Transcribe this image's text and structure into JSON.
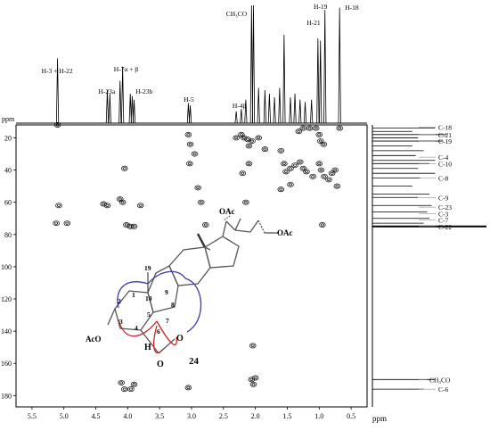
{
  "chart_data": {
    "type": "scatter",
    "title": "",
    "xlabel": "ppm",
    "ylabel": "ppm",
    "xlim": [
      5.75,
      0.25
    ],
    "ylim": [
      12,
      187
    ],
    "x_ticks": [
      5.5,
      5.0,
      4.5,
      4.0,
      3.5,
      3.0,
      2.5,
      2.0,
      1.5,
      1.0,
      0.5
    ],
    "x_tick_labels": [
      "5.5",
      "5.0",
      "4.5",
      "4.0",
      "3.5",
      "3.0",
      "2.5",
      "2.0",
      "1.5",
      "1.0",
      "0.5"
    ],
    "y_ticks": [
      20,
      40,
      60,
      80,
      100,
      120,
      140,
      160,
      180
    ],
    "y_tick_labels": [
      "20",
      "40",
      "60",
      "80",
      "100",
      "120",
      "140",
      "160",
      "180"
    ],
    "proton_label": "ppm",
    "proton_peaks": [
      {
        "x": 5.1,
        "h": 0.55
      },
      {
        "x": 4.32,
        "h": 0.28
      },
      {
        "x": 4.28,
        "h": 0.25
      },
      {
        "x": 4.12,
        "h": 0.36
      },
      {
        "x": 4.08,
        "h": 0.48
      },
      {
        "x": 3.96,
        "h": 0.25
      },
      {
        "x": 3.93,
        "h": 0.23
      },
      {
        "x": 3.9,
        "h": 0.2
      },
      {
        "x": 3.05,
        "h": 0.17
      },
      {
        "x": 3.02,
        "h": 0.15
      },
      {
        "x": 2.3,
        "h": 0.1
      },
      {
        "x": 2.22,
        "h": 0.12
      },
      {
        "x": 2.15,
        "h": 0.2
      },
      {
        "x": 2.06,
        "h": 1.0
      },
      {
        "x": 2.03,
        "h": 1.0
      },
      {
        "x": 1.95,
        "h": 0.3
      },
      {
        "x": 1.85,
        "h": 0.28
      },
      {
        "x": 1.78,
        "h": 0.25
      },
      {
        "x": 1.7,
        "h": 0.22
      },
      {
        "x": 1.62,
        "h": 0.3
      },
      {
        "x": 1.55,
        "h": 0.75
      },
      {
        "x": 1.45,
        "h": 0.22
      },
      {
        "x": 1.38,
        "h": 0.25
      },
      {
        "x": 1.3,
        "h": 0.2
      },
      {
        "x": 1.22,
        "h": 0.18
      },
      {
        "x": 1.12,
        "h": 0.2
      },
      {
        "x": 1.02,
        "h": 0.72
      },
      {
        "x": 0.98,
        "h": 0.7
      },
      {
        "x": 0.91,
        "h": 0.96
      },
      {
        "x": 0.68,
        "h": 0.98
      }
    ],
    "proton_labels": [
      {
        "text": "H-3 + H-22",
        "x": 5.1
      },
      {
        "text": "H-23a",
        "x": 4.32
      },
      {
        "text": "H-7α + β",
        "x": 4.05
      },
      {
        "text": "H-23b",
        "x": 3.85
      },
      {
        "text": "H-5",
        "x": 3.04
      },
      {
        "text": "H-4β",
        "x": 2.22
      },
      {
        "text": "CH₃CO",
        "x": 2.04
      },
      {
        "text": "H-21",
        "x": 1.0
      },
      {
        "text": "H-19",
        "x": 0.92
      },
      {
        "text": "H-18",
        "x": 0.68
      }
    ],
    "carbon_lines": [
      {
        "y": 14,
        "h": 0.55
      },
      {
        "y": 16,
        "h": 0.35
      },
      {
        "y": 18,
        "h": 0.65
      },
      {
        "y": 20,
        "h": 0.4
      },
      {
        "y": 22,
        "h": 0.62
      },
      {
        "y": 25,
        "h": 0.35
      },
      {
        "y": 28,
        "h": 0.45
      },
      {
        "y": 31,
        "h": 0.38
      },
      {
        "y": 34,
        "h": 0.55
      },
      {
        "y": 36,
        "h": 0.5
      },
      {
        "y": 39,
        "h": 0.4
      },
      {
        "y": 42,
        "h": 0.55
      },
      {
        "y": 45,
        "h": 0.42
      },
      {
        "y": 50,
        "h": 0.35
      },
      {
        "y": 55,
        "h": 0.5
      },
      {
        "y": 57,
        "h": 0.4
      },
      {
        "y": 62,
        "h": 0.52
      },
      {
        "y": 66,
        "h": 0.48
      },
      {
        "y": 70,
        "h": 0.5
      },
      {
        "y": 73,
        "h": 0.45
      },
      {
        "y": 75,
        "h": 1.0
      },
      {
        "y": 170,
        "h": 0.55
      },
      {
        "y": 176,
        "h": 0.45
      }
    ],
    "carbon_labels": [
      {
        "text": "C-18",
        "y": 13.5
      },
      {
        "text": "C-21",
        "y": 18
      },
      {
        "text": "C-19",
        "y": 22
      },
      {
        "text": "C-4",
        "y": 32
      },
      {
        "text": "C-10",
        "y": 36
      },
      {
        "text": "C-8",
        "y": 45
      },
      {
        "text": "C-9",
        "y": 57
      },
      {
        "text": "C-23",
        "y": 63
      },
      {
        "text": "C-3",
        "y": 67
      },
      {
        "text": "C-7",
        "y": 71
      },
      {
        "text": "C-22",
        "y": 75
      },
      {
        "text": "CH₃CO",
        "y": 170
      },
      {
        "text": "C-6",
        "y": 176
      }
    ],
    "cross_peaks": [
      {
        "x": 5.1,
        "y": 12
      },
      {
        "x": 5.08,
        "y": 62
      },
      {
        "x": 5.12,
        "y": 73
      },
      {
        "x": 4.95,
        "y": 73
      },
      {
        "x": 4.38,
        "y": 61
      },
      {
        "x": 4.32,
        "y": 62
      },
      {
        "x": 4.12,
        "y": 58
      },
      {
        "x": 4.08,
        "y": 60
      },
      {
        "x": 4.05,
        "y": 39
      },
      {
        "x": 4.02,
        "y": 74
      },
      {
        "x": 3.96,
        "y": 75
      },
      {
        "x": 3.9,
        "y": 75
      },
      {
        "x": 3.8,
        "y": 62
      },
      {
        "x": 4.1,
        "y": 172
      },
      {
        "x": 4.05,
        "y": 176
      },
      {
        "x": 3.95,
        "y": 176
      },
      {
        "x": 3.9,
        "y": 173
      },
      {
        "x": 3.05,
        "y": 18
      },
      {
        "x": 3.03,
        "y": 36
      },
      {
        "x": 3.02,
        "y": 24
      },
      {
        "x": 2.95,
        "y": 30
      },
      {
        "x": 3.05,
        "y": 175
      },
      {
        "x": 2.9,
        "y": 51
      },
      {
        "x": 2.85,
        "y": 60
      },
      {
        "x": 2.78,
        "y": 74
      },
      {
        "x": 2.3,
        "y": 20
      },
      {
        "x": 2.22,
        "y": 18
      },
      {
        "x": 2.18,
        "y": 20
      },
      {
        "x": 2.12,
        "y": 21
      },
      {
        "x": 2.1,
        "y": 25
      },
      {
        "x": 2.05,
        "y": 22
      },
      {
        "x": 1.95,
        "y": 20
      },
      {
        "x": 1.85,
        "y": 27
      },
      {
        "x": 2.2,
        "y": 42
      },
      {
        "x": 2.1,
        "y": 36
      },
      {
        "x": 2.15,
        "y": 60
      },
      {
        "x": 2.06,
        "y": 170
      },
      {
        "x": 2.03,
        "y": 173
      },
      {
        "x": 2.0,
        "y": 169
      },
      {
        "x": 2.04,
        "y": 149
      },
      {
        "x": 1.6,
        "y": 28
      },
      {
        "x": 1.55,
        "y": 36
      },
      {
        "x": 1.52,
        "y": 41
      },
      {
        "x": 1.45,
        "y": 39
      },
      {
        "x": 1.38,
        "y": 37
      },
      {
        "x": 1.3,
        "y": 35
      },
      {
        "x": 1.25,
        "y": 39
      },
      {
        "x": 1.2,
        "y": 41
      },
      {
        "x": 1.32,
        "y": 16
      },
      {
        "x": 1.25,
        "y": 14
      },
      {
        "x": 1.15,
        "y": 14
      },
      {
        "x": 1.05,
        "y": 14
      },
      {
        "x": 1.0,
        "y": 18
      },
      {
        "x": 0.98,
        "y": 22
      },
      {
        "x": 0.93,
        "y": 24
      },
      {
        "x": 1.0,
        "y": 36
      },
      {
        "x": 0.97,
        "y": 40
      },
      {
        "x": 0.92,
        "y": 44
      },
      {
        "x": 0.85,
        "y": 46
      },
      {
        "x": 0.8,
        "y": 42
      },
      {
        "x": 0.75,
        "y": 40
      },
      {
        "x": 0.72,
        "y": 50
      },
      {
        "x": 0.68,
        "y": 14
      },
      {
        "x": 0.95,
        "y": 74
      },
      {
        "x": 1.6,
        "y": 52
      },
      {
        "x": 1.45,
        "y": 49
      },
      {
        "x": 1.1,
        "y": 44
      }
    ],
    "structure": {
      "compound_label": "24",
      "oac_upper": "OAc",
      "oac_lower": "OAc",
      "aco_label": "AcO",
      "h_label": "H",
      "o_ring": "O",
      "o_bridge": "O",
      "numbers": [
        "19",
        "1",
        "10",
        "9",
        "8",
        "2",
        "3",
        "4",
        "5",
        "6",
        "7"
      ]
    }
  }
}
